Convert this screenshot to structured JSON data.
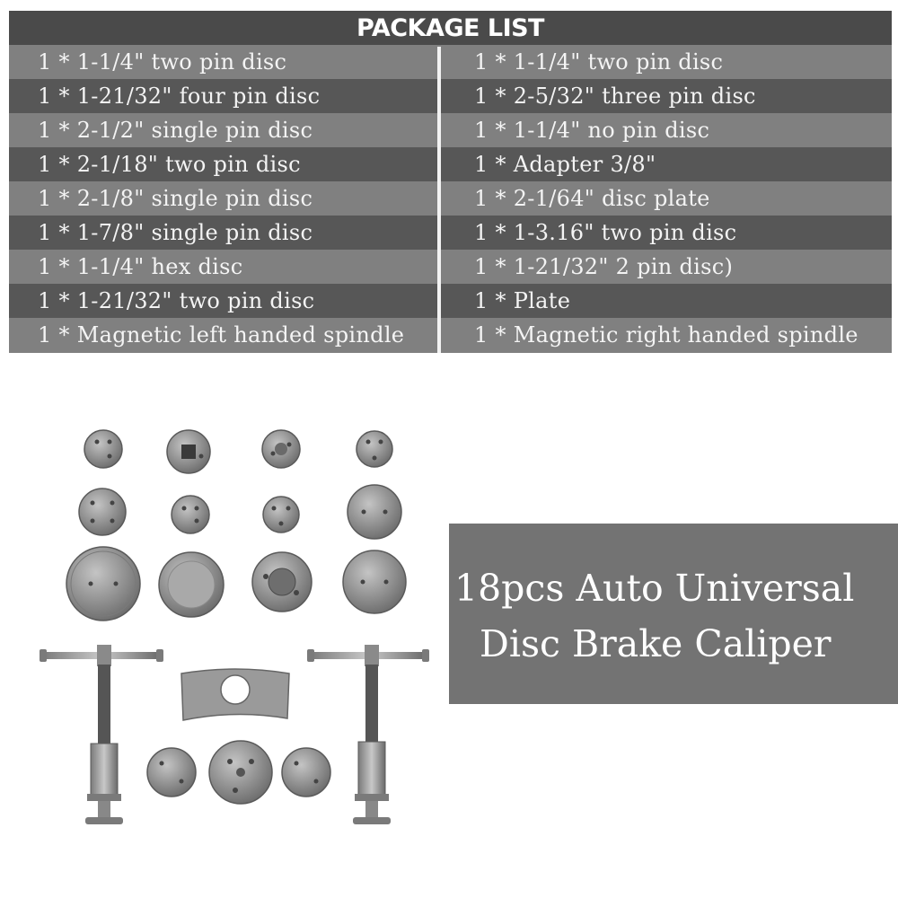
{
  "package_list": {
    "title": "PACKAGE LIST",
    "rows": [
      {
        "left": "1 * 1-1/4\" two pin disc",
        "right": "1 * 1-1/4\" two pin disc"
      },
      {
        "left": "1 * 1-21/32\" four pin disc",
        "right": "1 * 2-5/32\" three pin disc"
      },
      {
        "left": "1 * 2-1/2\" single pin disc",
        "right": "1 * 1-1/4\" no pin disc"
      },
      {
        "left": "1 * 2-1/18\" two pin disc",
        "right": "1 * Adapter 3/8\""
      },
      {
        "left": "1 * 2-1/8\" single pin disc",
        "right": "1 * 2-1/64\" disc plate"
      },
      {
        "left": "1 * 1-7/8\" single pin disc",
        "right": "1 * 1-3.16\" two pin disc"
      },
      {
        "left": "1 * 1-1/4\" hex disc",
        "right": "1 * 1-21/32\" 2 pin disc)"
      },
      {
        "left": "1 * 1-21/32\" two pin disc",
        "right": "1 * Plate"
      },
      {
        "left": "1 * Magnetic left handed spindle",
        "right": "1 * Magnetic right handed spindle"
      }
    ]
  },
  "banner": {
    "line1": "18pcs Auto Universal",
    "line2": "Disc Brake Caliper"
  },
  "colors": {
    "title_bar": "#4a4a4a",
    "row_light": "#808080",
    "row_dark": "#575757",
    "banner_bg": "#737373",
    "metal": "#8e8e8e"
  }
}
